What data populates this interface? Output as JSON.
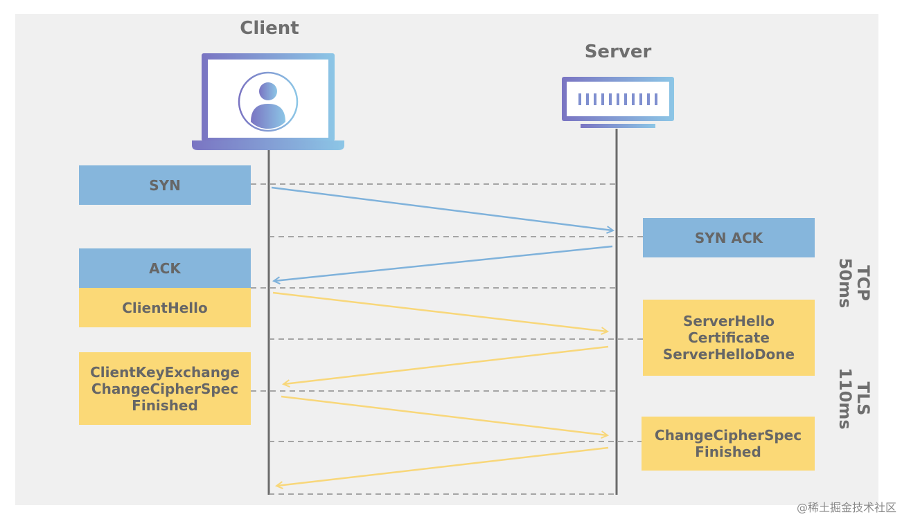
{
  "actors": {
    "client": {
      "label": "Client",
      "icon": "laptop-user-icon"
    },
    "server": {
      "label": "Server",
      "icon": "server-rack-icon"
    }
  },
  "messages": {
    "syn": {
      "lines": [
        "SYN"
      ],
      "color": "#86b6dc"
    },
    "syn_ack": {
      "lines": [
        "SYN ACK"
      ],
      "color": "#86b6dc"
    },
    "ack": {
      "lines": [
        "ACK"
      ],
      "color": "#86b6dc"
    },
    "client_hello": {
      "lines": [
        "ClientHello"
      ],
      "color": "#fbd977"
    },
    "server_hello": {
      "lines": [
        "ServerHello",
        "Certificate",
        "ServerHelloDone"
      ],
      "color": "#fbd977"
    },
    "client_key": {
      "lines": [
        "ClientKeyExchange",
        "ChangeCipherSpec",
        "Finished"
      ],
      "color": "#fbd977"
    },
    "server_finish": {
      "lines": [
        "ChangeCipherSpec",
        "Finished"
      ],
      "color": "#fbd977"
    }
  },
  "phases": {
    "tcp": {
      "lines": [
        "TCP",
        "50ms"
      ]
    },
    "tls": {
      "lines": [
        "TLS",
        "110ms"
      ]
    }
  },
  "colors": {
    "tcp": "#7fb2db",
    "tls": "#f8d77a",
    "lifeline": "#6b6b6b",
    "dashed": "#8a8a8a"
  },
  "watermark": "@稀土掘金技术社区"
}
